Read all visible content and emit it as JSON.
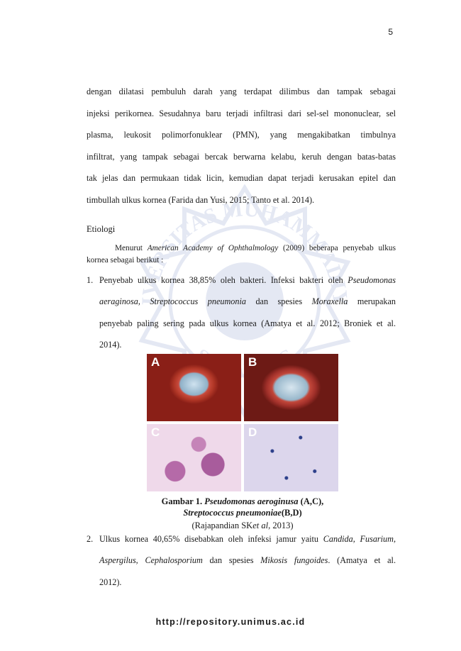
{
  "page_number": "5",
  "watermark": {
    "top_text": "UNIVERSITAS MUHAMMADIYAH",
    "bottom_text": "SEMARANG"
  },
  "paragraph": [
    "dengan dilatasi pembuluh darah yang terdapat dilimbus dan tampak sebagai",
    "injeksi perikornea. Sesudahnya baru terjadi infiltrasi dari sel-sel mononuclear, sel",
    "plasma, leukosit polimorfonuklear (PMN), yang mengakibatkan timbulnya",
    "infiltrat, yang tampak sebagai bercak berwarna kelabu, keruh dengan batas-batas",
    "tak jelas dan permukaan tidak licin, kemudian dapat terjadi kerusakan epitel dan",
    "timbullah ulkus kornea (Farida dan Yusi, 2015; Tanto et al. 2014)."
  ],
  "section_heading": "Etiologi",
  "intro": {
    "before": "Menurut ",
    "italic": "American Academy of Ophthalmology",
    "after": " (2009) beberapa penyebab ulkus",
    "line2": "kornea sebagai berikut :"
  },
  "list": [
    {
      "number": "1.",
      "line1": "Penyebab ulkus kornea 38,85% oleh bakteri. Infeksi bakteri oleh ",
      "line1_italic": "Pseudomonas",
      "line2_italic_a": "aeraginosa, Streptococcus pneumonia",
      "line2_mid": " dan spesies ",
      "line2_italic_b": "Moraxella",
      "line2_end": " merupakan",
      "line3": "penyebab paling sering pada ulkus kornea (Amatya et al. 2012; Broniek et al.",
      "line4": "2014)."
    },
    {
      "number": "2.",
      "line1": "Ulkus kornea 40,65% disebabkan oleh infeksi jamur yaitu ",
      "line1_italic": "Candida, Fusarium,",
      "line2_italic_a": "Aspergilus, Cephalosporium",
      "line2_mid": " dan spesies ",
      "line2_italic_b": "Mikosis fungoides",
      "line2_end": ". (Amatya et al.",
      "line3": "2012)."
    }
  ],
  "figure": {
    "panels": [
      "A",
      "B",
      "C",
      "D"
    ]
  },
  "caption": {
    "prefix": "Gambar 1. ",
    "italic1": "Pseudomonas aeroginusa",
    "mid1": " (A,C),",
    "italic2": "Streptococcus pneumoniae",
    "mid2": "(B,D)"
  },
  "credit": {
    "before": "(Rajapandian SK",
    "italic": "et al",
    "after": ", 2013)"
  },
  "footer_url": "http://repository.unimus.ac.id",
  "colors": {
    "watermark": "#3a52a8",
    "text": "#1a1a1a"
  }
}
